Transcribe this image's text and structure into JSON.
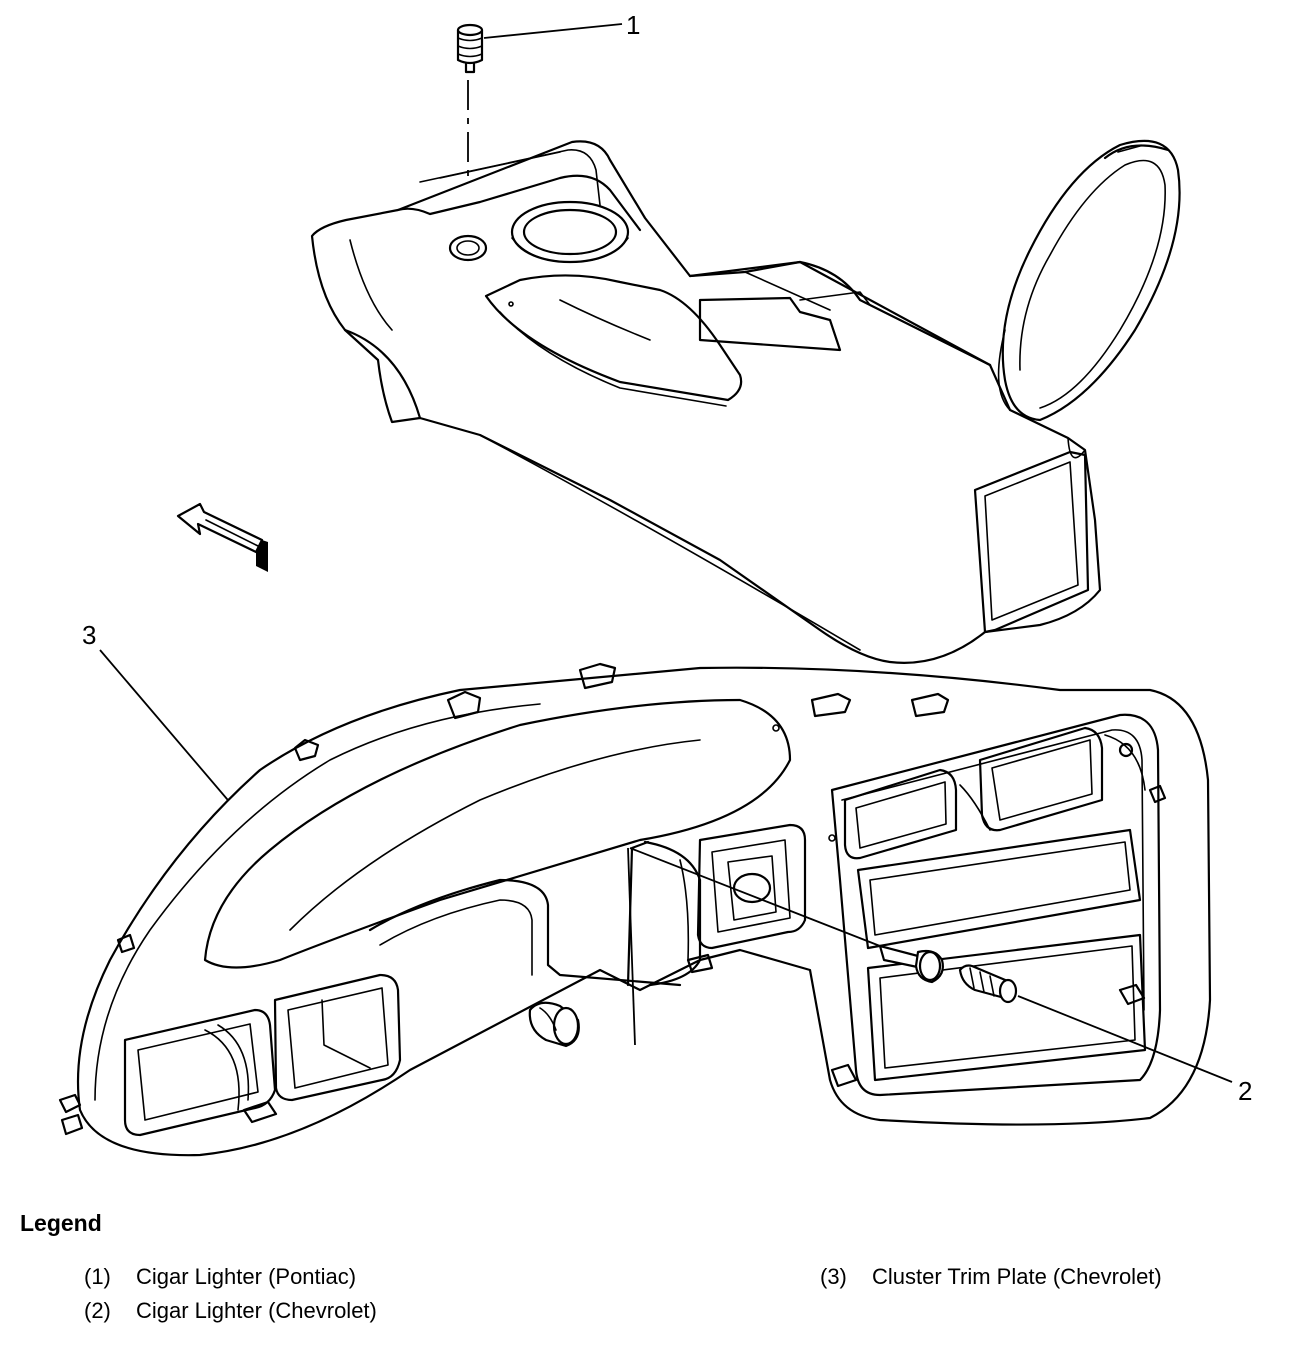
{
  "callouts": {
    "c1": "1",
    "c2": "2",
    "c3": "3"
  },
  "legend": {
    "title": "Legend",
    "items": [
      {
        "num": "(1)",
        "label": "Cigar Lighter (Pontiac)"
      },
      {
        "num": "(2)",
        "label": "Cigar Lighter (Chevrolet)"
      },
      {
        "num": "(3)",
        "label": "Cluster Trim Plate (Chevrolet)"
      }
    ]
  },
  "icons": {
    "direction": "front-direction-arrow-icon"
  }
}
